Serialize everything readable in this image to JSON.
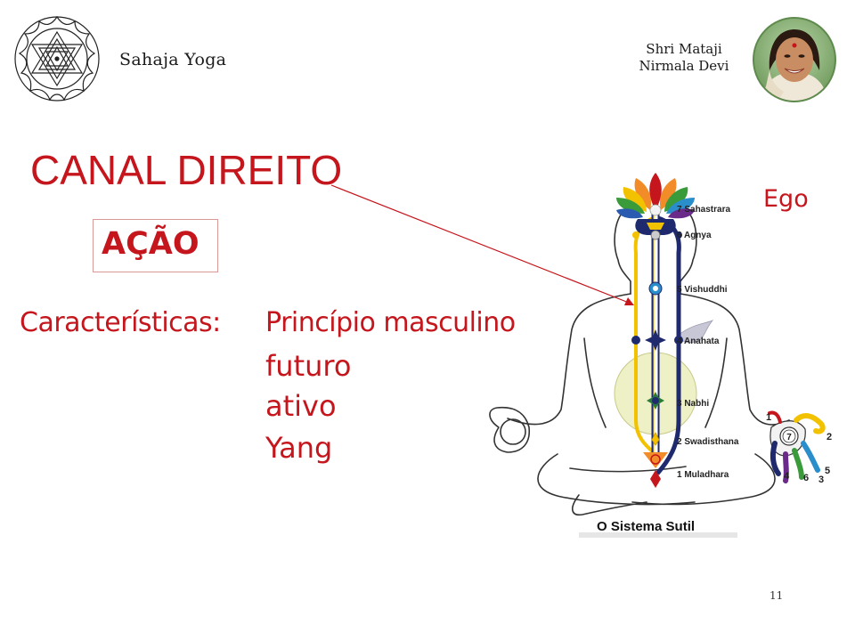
{
  "header": {
    "brand": "Sahaja Yoga",
    "guru_line1": "Shri Mataji",
    "guru_line2": "Nirmala Devi"
  },
  "slide": {
    "title": "CANAL DIREITO",
    "subtitle": "AÇÃO",
    "traits_label": "Características:",
    "traits": [
      "Princípio  masculino",
      "futuro",
      "ativo",
      "Yang"
    ],
    "ego_label": "Ego",
    "page_number": "11"
  },
  "diagram": {
    "chakras": [
      "7 Sahastrara",
      "6 Agnya",
      "5 Vishuddhi",
      "4 Anahata",
      "3 Nabhi",
      "2 Swadisthana",
      "1 Muladhara"
    ],
    "fingers": [
      "1",
      "2",
      "3",
      "4",
      "5",
      "6",
      "7"
    ],
    "caption": "O Sistema Sutil",
    "colors": {
      "left_channel": "#f2c200",
      "right_channel": "#1f2a6e",
      "center_channel": "#ffffff",
      "accent": "#c4161c"
    }
  }
}
